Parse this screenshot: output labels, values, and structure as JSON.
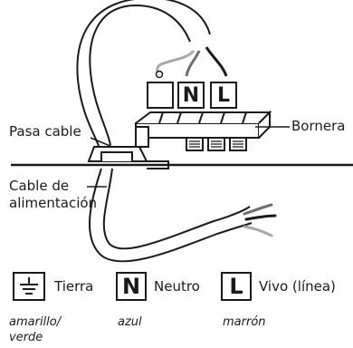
{
  "callouts": {
    "pasa_cable": "Pasa cable",
    "bornera": "Bornera",
    "cable_line1": "Cable de",
    "cable_line2": "alimentación"
  },
  "terminal_letters": {
    "neutral": "N",
    "live": "L"
  },
  "legend": {
    "ground": {
      "name": "Tierra",
      "color_line1": "amarillo/",
      "color_line2": "verde"
    },
    "neutral": {
      "letter": "N",
      "name": "Neutro",
      "color": "azul"
    },
    "live": {
      "letter": "L",
      "name": "Vivo (línea)",
      "color": "marrón"
    }
  },
  "wire_colors": {
    "ground": "#a8a8a8",
    "neutral": "#6e6e6e",
    "live": "#1a1a1a"
  }
}
